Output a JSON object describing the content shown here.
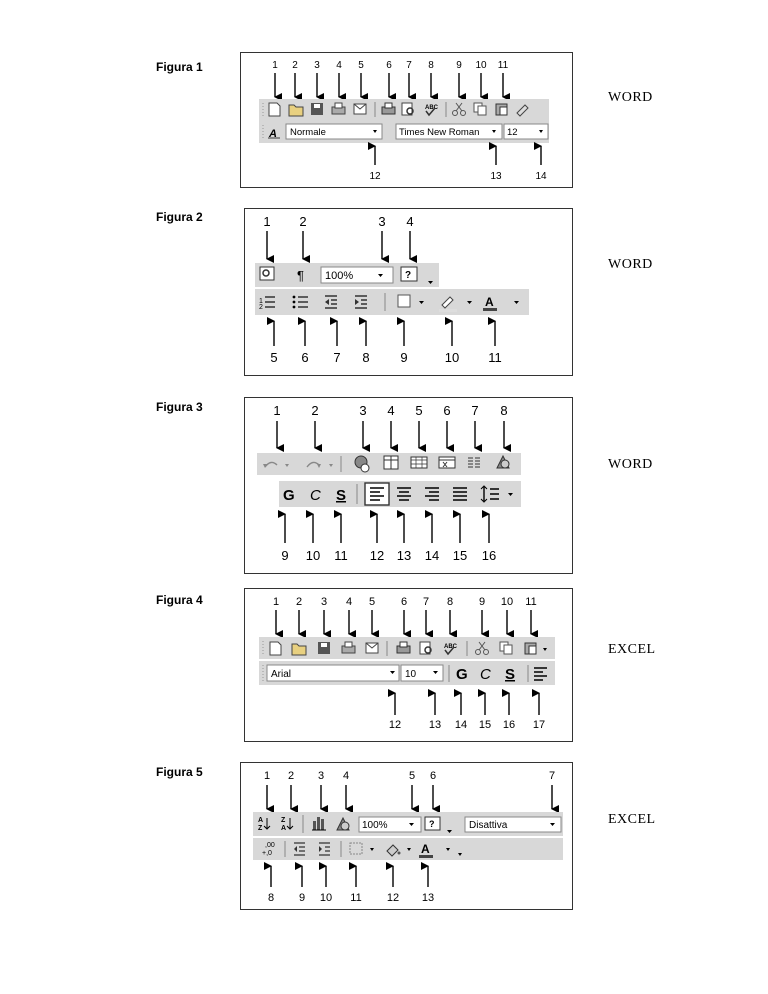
{
  "figures": [
    {
      "label": "Figura 1",
      "app": "WORD",
      "top_numbers": [
        "1",
        "2",
        "3",
        "4",
        "5",
        "6",
        "7",
        "8",
        "9",
        "10",
        "11"
      ],
      "bottom_numbers": [
        "12",
        "13",
        "14"
      ],
      "style_value": "Normale",
      "font_value": "Times New Roman",
      "size_value": "12"
    },
    {
      "label": "Figura 2",
      "app": "WORD",
      "top_numbers": [
        "1",
        "2",
        "3",
        "4"
      ],
      "bottom_numbers": [
        "5",
        "6",
        "7",
        "8",
        "9",
        "10",
        "11"
      ],
      "zoom_value": "100%"
    },
    {
      "label": "Figura 3",
      "app": "WORD",
      "top_numbers": [
        "1",
        "2",
        "3",
        "4",
        "5",
        "6",
        "7",
        "8"
      ],
      "bottom_numbers": [
        "9",
        "10",
        "11",
        "12",
        "13",
        "14",
        "15",
        "16"
      ],
      "bold_glyph": "G",
      "italic_glyph": "C",
      "underline_glyph": "S"
    },
    {
      "label": "Figura 4",
      "app": "EXCEL",
      "top_numbers": [
        "1",
        "2",
        "3",
        "4",
        "5",
        "6",
        "7",
        "8",
        "9",
        "10",
        "11"
      ],
      "bottom_numbers": [
        "12",
        "13",
        "14",
        "15",
        "16",
        "17"
      ],
      "font_value": "Arial",
      "size_value": "10",
      "bold_glyph": "G",
      "italic_glyph": "C",
      "underline_glyph": "S"
    },
    {
      "label": "Figura 5",
      "app": "EXCEL",
      "top_numbers": [
        "1",
        "2",
        "3",
        "4",
        "5",
        "6",
        "7"
      ],
      "bottom_numbers": [
        "8",
        "9",
        "10",
        "11",
        "12",
        "13"
      ],
      "zoom_value": "100%",
      "view_value": "Disattiva"
    }
  ]
}
